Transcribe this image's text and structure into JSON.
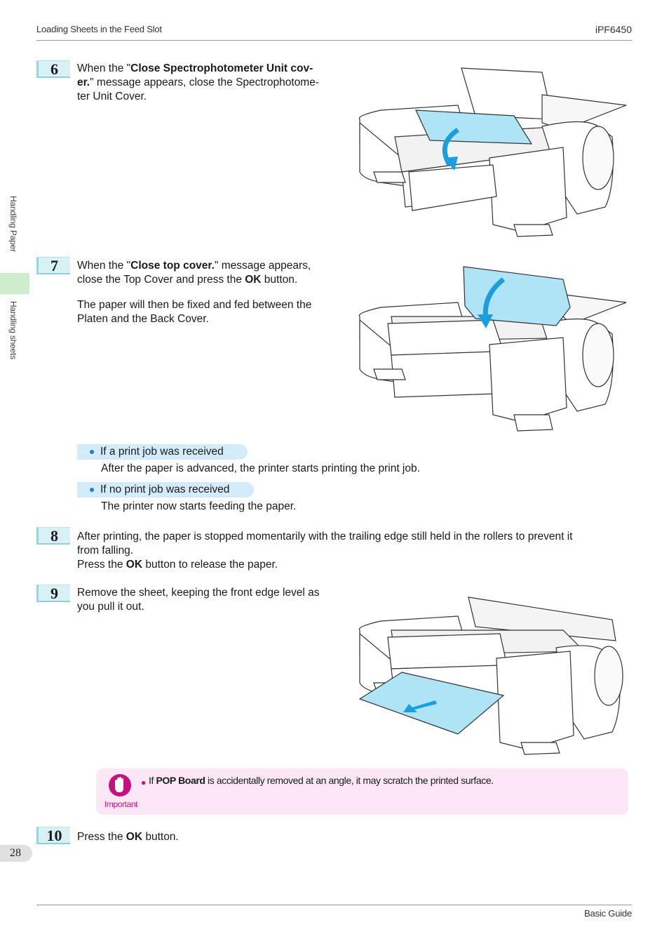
{
  "header": {
    "section": "Loading Sheets in the Feed Slot",
    "model": "iPF6450"
  },
  "side": {
    "chapter": "Handling Paper",
    "section": "Handling sheets"
  },
  "page_number": "28",
  "footer": {
    "guide": "Basic Guide"
  },
  "steps": {
    "s6": {
      "num": "6",
      "pre": "When the \"",
      "bold1": "Close Spectrophotometer Unit cov-",
      "bold2": "er.",
      "post1": "\" message appears, close the Spectrophotome-",
      "post2": "ter Unit Cover."
    },
    "s7": {
      "num": "7",
      "pre": "When the \"",
      "bold": "Close top cover.",
      "post": "\" message appears,",
      "line2_pre": "close the Top Cover and press the ",
      "line2_bold": "OK",
      "line2_post": " button.",
      "para2_line1": "The paper will then be fixed and fed between the",
      "para2_line2": "Platen and the Back Cover.",
      "bullets": [
        {
          "label": "If a print job was received",
          "text": "After the paper is advanced, the printer starts printing the print job."
        },
        {
          "label": "If no print job was received",
          "text": "The printer now starts feeding the paper."
        }
      ]
    },
    "s8": {
      "num": "8",
      "line1": "After printing, the paper is stopped momentarily with the trailing edge still held in the rollers to prevent it",
      "line2": "from falling.",
      "line3_pre": "Press the ",
      "line3_bold": "OK",
      "line3_post": " button to release the paper."
    },
    "s9": {
      "num": "9",
      "line1": "Remove the sheet, keeping the front edge level as",
      "line2": "you pull it out."
    },
    "s10": {
      "num": "10",
      "pre": "Press the ",
      "bold": "OK",
      "post": " button."
    }
  },
  "important": {
    "label": "Important",
    "pre": "If ",
    "bold": "POP Board",
    "post": " is accidentally removed at an angle, it may scratch the printed surface.",
    "icon": "hand-stop-icon"
  },
  "colors": {
    "accent_blue": "#3fb0e8",
    "important_bg": "#fde7f7",
    "important_text": "#c4117e"
  }
}
